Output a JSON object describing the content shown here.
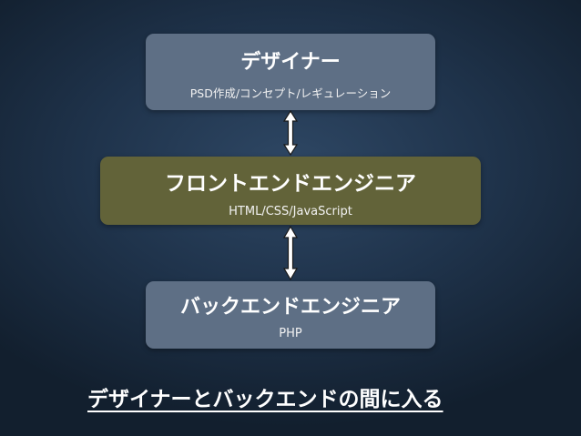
{
  "boxes": {
    "designer": {
      "title": "デザイナー",
      "subtitle": "PSD作成/コンセプト/レギュレーション"
    },
    "frontend": {
      "title": "フロントエンドエンジニア",
      "subtitle": "HTML/CSS/JavaScript"
    },
    "backend": {
      "title": "バックエンドエンジニア",
      "subtitle": "PHP"
    }
  },
  "caption": "デザイナーとバックエンドの間に入る",
  "colors": {
    "background": "#1f334b",
    "designer_box": "#5e6f85",
    "frontend_box": "#626339",
    "backend_box": "#5e6f85",
    "text": "#ffffff"
  },
  "icons": [
    "double-arrow-icon",
    "double-arrow-icon"
  ]
}
